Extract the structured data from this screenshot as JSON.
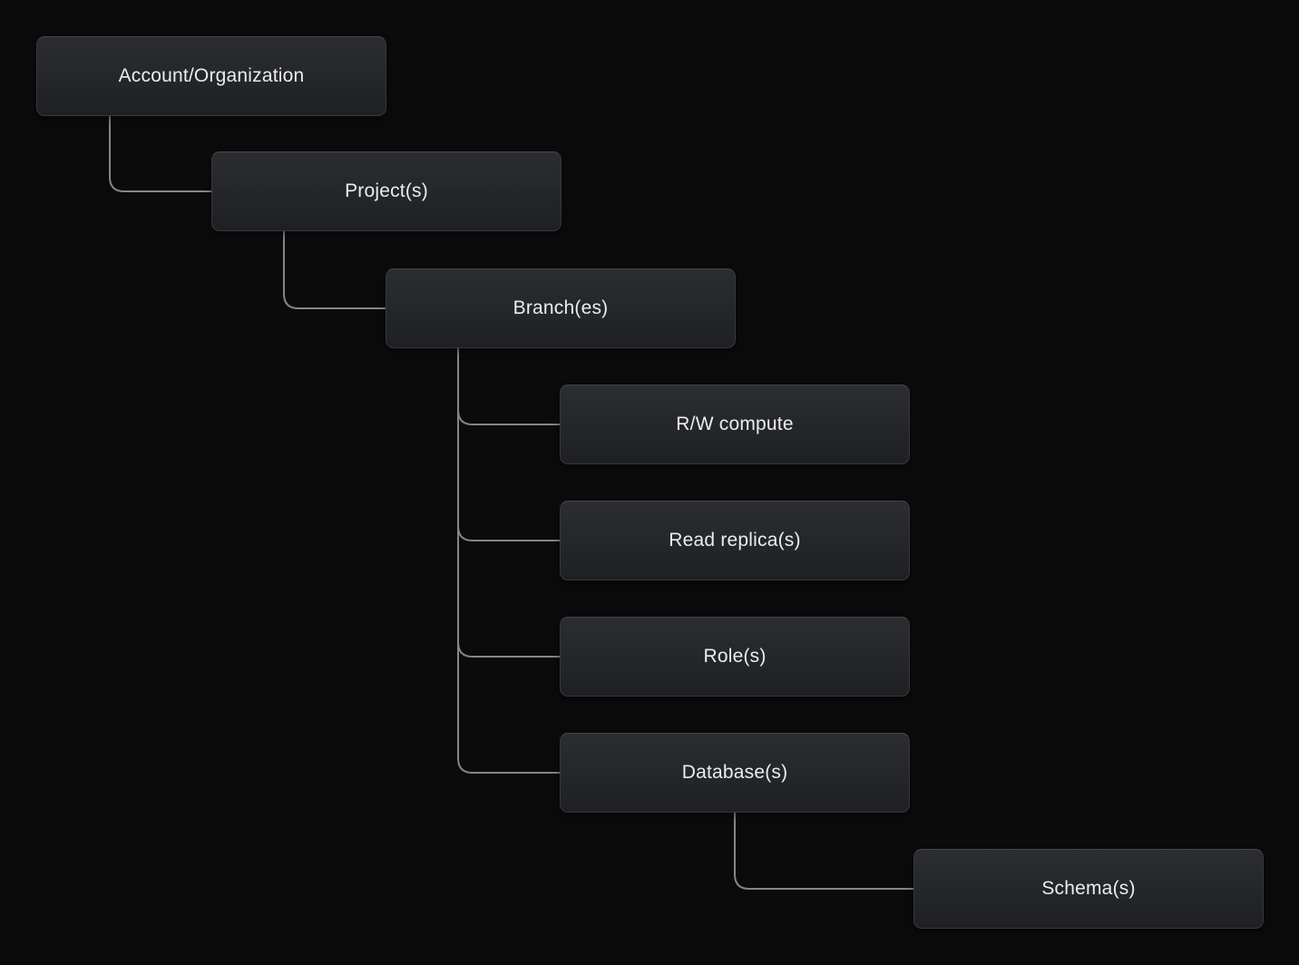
{
  "diagram": {
    "type": "tree-hierarchy",
    "nodes": [
      {
        "id": "account-organization",
        "label": "Account/Organization"
      },
      {
        "id": "projects",
        "label": "Project(s)"
      },
      {
        "id": "branches",
        "label": "Branch(es)"
      },
      {
        "id": "rw-compute",
        "label": "R/W compute"
      },
      {
        "id": "read-replicas",
        "label": "Read replica(s)"
      },
      {
        "id": "roles",
        "label": "Role(s)"
      },
      {
        "id": "databases",
        "label": "Database(s)"
      },
      {
        "id": "schemas",
        "label": "Schema(s)"
      }
    ],
    "edges": [
      {
        "from": "account-organization",
        "to": "projects"
      },
      {
        "from": "projects",
        "to": "branches"
      },
      {
        "from": "branches",
        "to": "rw-compute"
      },
      {
        "from": "branches",
        "to": "read-replicas"
      },
      {
        "from": "branches",
        "to": "roles"
      },
      {
        "from": "branches",
        "to": "databases"
      },
      {
        "from": "databases",
        "to": "schemas"
      }
    ],
    "colors": {
      "background": "#0b0b0c",
      "node_fill_top": "#2b2d31",
      "node_fill_bottom": "#1f2023",
      "node_border": "#36383d",
      "connector": "#84868b",
      "text": "#ebecee"
    }
  }
}
